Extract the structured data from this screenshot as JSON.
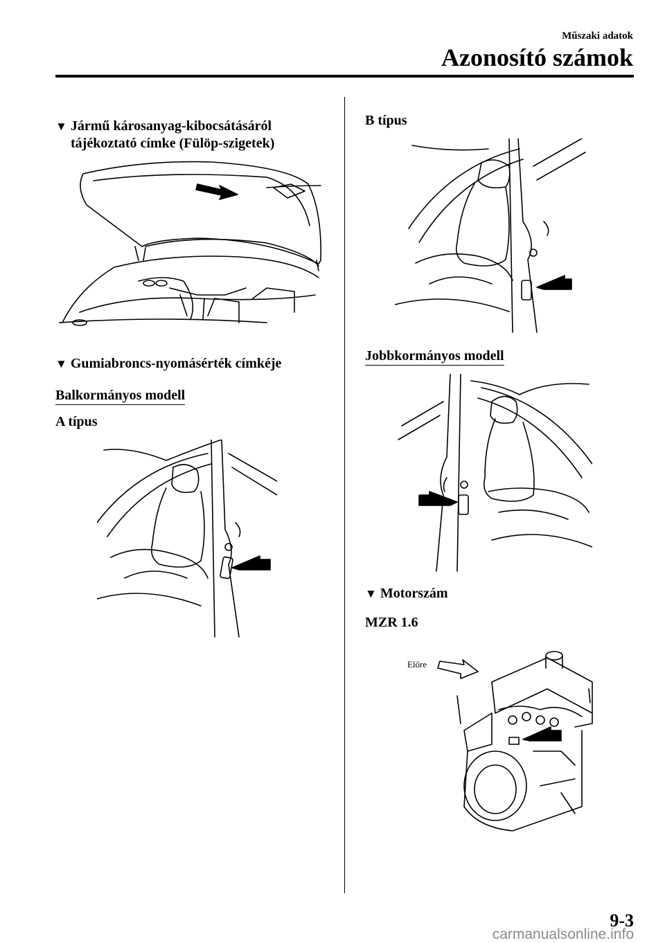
{
  "header": {
    "section": "Műszaki adatok",
    "title": "Azonosító számok"
  },
  "left": {
    "emission_heading_line1": "Jármű károsanyag-kibocsátásáról",
    "emission_heading_line2": "tájékoztató címke (Fülöp-szigetek)",
    "tire_heading": "Gumiabroncs-nyomásérték címkéje",
    "lhd_label": "Balkormányos modell",
    "type_a": "A típus"
  },
  "right": {
    "type_b": "B típus",
    "rhd_label": "Jobbkormányos modell",
    "engine_heading": "Motorszám",
    "engine_model": "MZR 1.6",
    "forward_label": "Előre"
  },
  "bullet": "▼",
  "footer": {
    "page_number": "9-3",
    "watermark": "carmanualsonline.info"
  }
}
